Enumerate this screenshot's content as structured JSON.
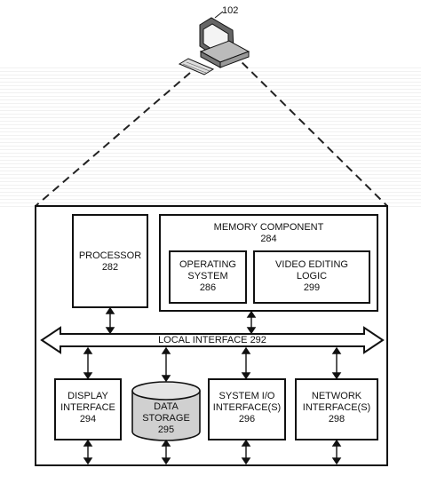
{
  "computer": {
    "ref": "102"
  },
  "memory": {
    "title": "MEMORY COMPONENT",
    "ref": "284"
  },
  "processor": {
    "title": "PROCESSOR",
    "ref": "282"
  },
  "os": {
    "line1": "OPERATING",
    "line2": "SYSTEM",
    "ref": "286"
  },
  "video": {
    "line1": "VIDEO EDITING",
    "line2": "LOGIC",
    "ref": "299"
  },
  "bus": {
    "label": "LOCAL INTERFACE 292"
  },
  "display": {
    "line1": "DISPLAY",
    "line2": "INTERFACE",
    "ref": "294"
  },
  "storage": {
    "line1": "DATA",
    "line2": "STORAGE",
    "ref": "295"
  },
  "sysio": {
    "line1": "SYSTEM I/O",
    "line2": "INTERFACE(S)",
    "ref": "296"
  },
  "network": {
    "line1": "NETWORK",
    "line2": "INTERFACE(S)",
    "ref": "298"
  }
}
